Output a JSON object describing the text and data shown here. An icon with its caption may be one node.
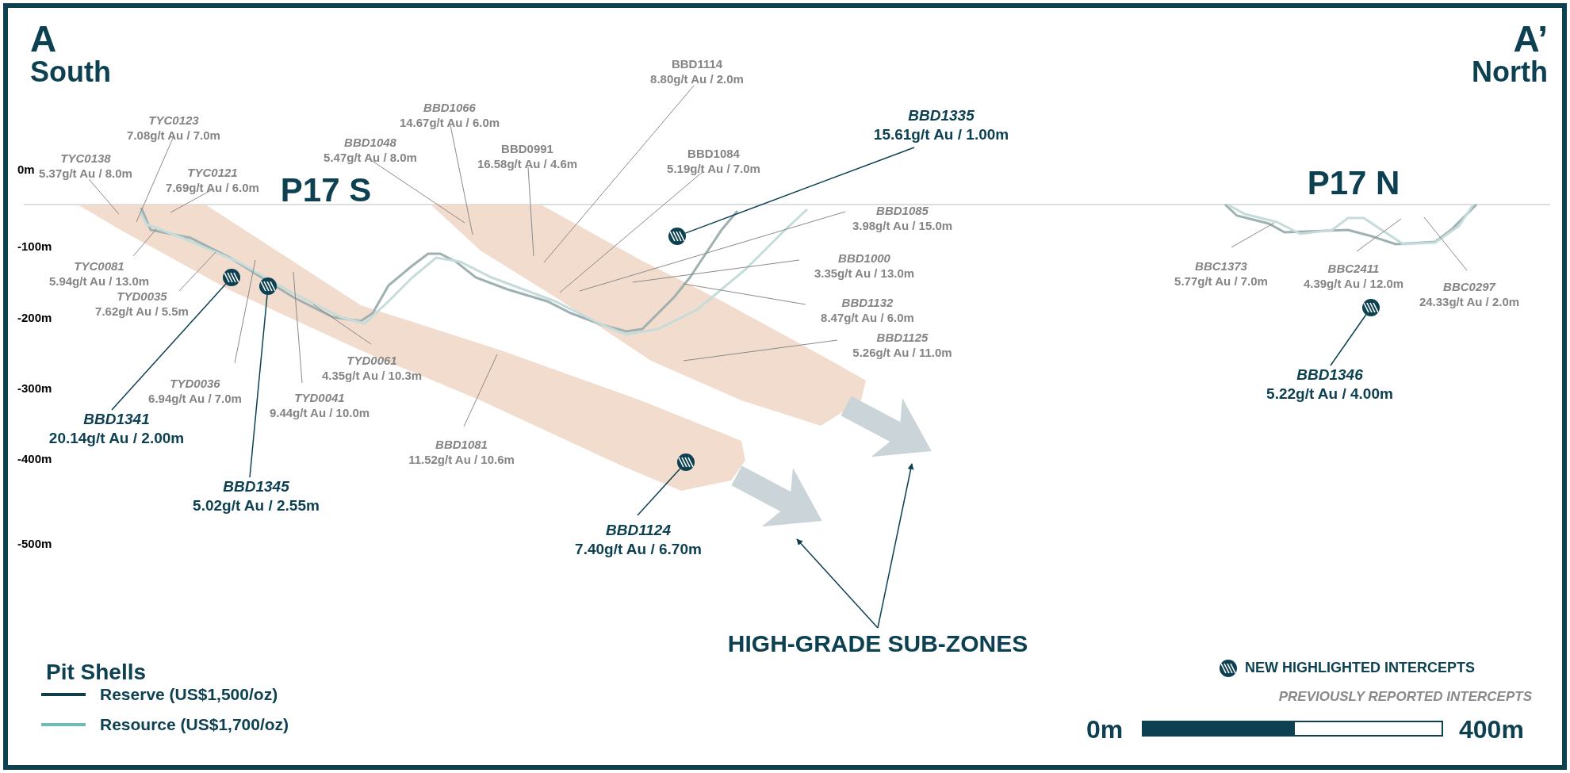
{
  "diagram": {
    "nodes": [
      {
        "text": [
          "BBD1114",
          "8.80g/t Au / 2.0m"
        ]
      },
      {
        "text": [
          "BBD1066",
          "14.67g/t Au / 6.0m"
        ]
      },
      {
        "text": [
          "BBD1335",
          "15.61g/t Au / 1.00m"
        ]
      },
      {
        "text": [
          "TYC0123",
          "7.08g/t Au / 7.0m"
        ]
      },
      {
        "text": [
          "BBD0991",
          "16.58g/t Au / 4.6m"
        ]
      },
      {
        "text": [
          "BBD1048",
          "5.47g/t Au / 8.0m"
        ]
      },
      {
        "text": [
          "BBD1084",
          "5.19g/t Au / 7.0m"
        ]
      },
      {
        "text": [
          "TYC0138",
          "5.37g/t Au / 8.0m"
        ]
      },
      {
        "text": [
          "TYC0121",
          "7.69g/t Au / 6.0m"
        ]
      },
      {
        "text": [
          "BBD1085",
          "3.98g/t Au / 15.0m"
        ]
      },
      {
        "text": [
          "BBD1000",
          "3.35g/t Au / 13.0m"
        ]
      },
      {
        "text": [
          "TYC0081",
          "5.94g/t Au / 13.0m"
        ]
      },
      {
        "text": [
          "BBC1373",
          "5.77g/t Au / 7.0m"
        ]
      },
      {
        "text": [
          "BBC2411",
          "4.39g/t Au / 12.0m"
        ]
      },
      {
        "text": [
          "BBC0297",
          "24.33g/t Au / 2.0m"
        ]
      },
      {
        "text": [
          "TYD0035",
          "7.62g/t Au / 5.5m"
        ]
      },
      {
        "text": [
          "BBD1132",
          "8.47g/t Au / 6.0m"
        ]
      },
      {
        "text": [
          "BBD1125",
          "5.26g/t Au / 11.0m"
        ]
      },
      {
        "text": [
          "TYD0061",
          "4.35g/t Au / 10.3m"
        ]
      },
      {
        "text": [
          "TYD0036",
          "6.94g/t Au / 7.0m"
        ]
      },
      {
        "text": [
          "TYD0041",
          "9.44g/t Au / 10.0m"
        ]
      },
      {
        "text": [
          "BBD1346",
          "5.22g/t Au / 4.00m"
        ]
      },
      {
        "text": [
          "BBD1341",
          "20.14g/t Au / 2.00m"
        ]
      },
      {
        "text": [
          "BBD1081",
          "11.52g/t Au / 10.6m"
        ]
      },
      {
        "text": [
          "BBD1345",
          "5.02g/t Au / 2.55m"
        ]
      },
      {
        "text": [
          "BBD1124",
          "7.40g/t Au / 6.70m"
        ]
      },
      {
        "text": [
          "HIGH-GRADE SUB-ZONES"
        ]
      },
      {
        "text": [],
        "shape": "circle"
      },
      {
        "text": [],
        "shape": "circle"
      },
      {
        "text": [],
        "shape": "circle"
      },
      {
        "text": [],
        "shape": "circle"
      },
      {
        "text": [],
        "shape": "circle"
      },
      {
        "text": [],
        "shape": "arrow"
      },
      {
        "text": [],
        "shape": "arrow"
      }
    ],
    "edges": [
      {
        "from": 0,
        "to": null,
        "arrow": "none"
      },
      {
        "from": 1,
        "to": null,
        "arrow": "none"
      },
      {
        "from": 2,
        "to": 27,
        "arrow": "none",
        "color": "#0d4152"
      },
      {
        "from": 3,
        "to": null,
        "arrow": "none"
      },
      {
        "from": 4,
        "to": null,
        "arrow": "none"
      },
      {
        "from": 5,
        "to": null,
        "arrow": "none"
      },
      {
        "from": 6,
        "to": null,
        "arrow": "none"
      },
      {
        "from": 7,
        "to": null,
        "arrow": "none"
      },
      {
        "from": 8,
        "to": null,
        "arrow": "none"
      },
      {
        "from": 9,
        "to": null,
        "arrow": "none"
      },
      {
        "from": 10,
        "to": null,
        "arrow": "none"
      },
      {
        "from": 11,
        "to": null,
        "arrow": "none"
      },
      {
        "from": 12,
        "to": null,
        "arrow": "none"
      },
      {
        "from": 13,
        "to": null,
        "arrow": "none"
      },
      {
        "from": 14,
        "to": null,
        "arrow": "none"
      },
      {
        "from": 15,
        "to": null,
        "arrow": "none"
      },
      {
        "from": 16,
        "to": null,
        "arrow": "none"
      },
      {
        "from": 17,
        "to": null,
        "arrow": "none"
      },
      {
        "from": 18,
        "to": null,
        "arrow": "none"
      },
      {
        "from": 19,
        "to": null,
        "arrow": "none"
      },
      {
        "from": 20,
        "to": null,
        "arrow": "none"
      },
      {
        "from": 21,
        "to": 30,
        "arrow": "none",
        "color": "#0d4152"
      },
      {
        "from": 22,
        "to": 28,
        "arrow": "none",
        "color": "#0d4152"
      },
      {
        "from": 23,
        "to": null,
        "arrow": "none"
      },
      {
        "from": 24,
        "to": 29,
        "arrow": "none",
        "color": "#0d4152"
      },
      {
        "from": 25,
        "to": 31,
        "arrow": "none",
        "color": "#0d4152"
      },
      {
        "from": 26,
        "to": 32,
        "arrow": "to",
        "color": "#0d4152"
      },
      {
        "from": 26,
        "to": 33,
        "arrow": "to",
        "color": "#0d4152"
      }
    ],
    "labels": [
      "A",
      "South",
      "A’",
      "North",
      "0m",
      "-100m",
      "-200m",
      "-300m",
      "-400m",
      "-500m",
      "P17 S",
      "P17 N",
      "Pit Shells",
      "NEW HIGHLIGHTED INTERCEPTS",
      "PREVIOUSLY REPORTED INTERCEPTS",
      "0m",
      "400m"
    ],
    "legend": [
      {
        "text": "Reserve (US$1,500/oz)"
      },
      {
        "text": "Resource (US$1,700/oz)"
      }
    ]
  }
}
